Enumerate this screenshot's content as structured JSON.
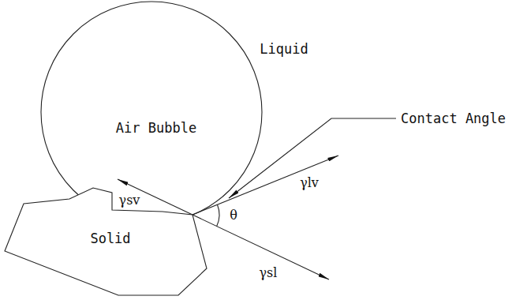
{
  "diagram": {
    "nodes": [
      {
        "text": [
          "Air Bubble"
        ]
      },
      {
        "text": [
          "Solid"
        ]
      }
    ],
    "labels": [
      "Liquid",
      "γlv",
      "Contact Angle",
      "γsv",
      "θ",
      "γsl"
    ]
  }
}
